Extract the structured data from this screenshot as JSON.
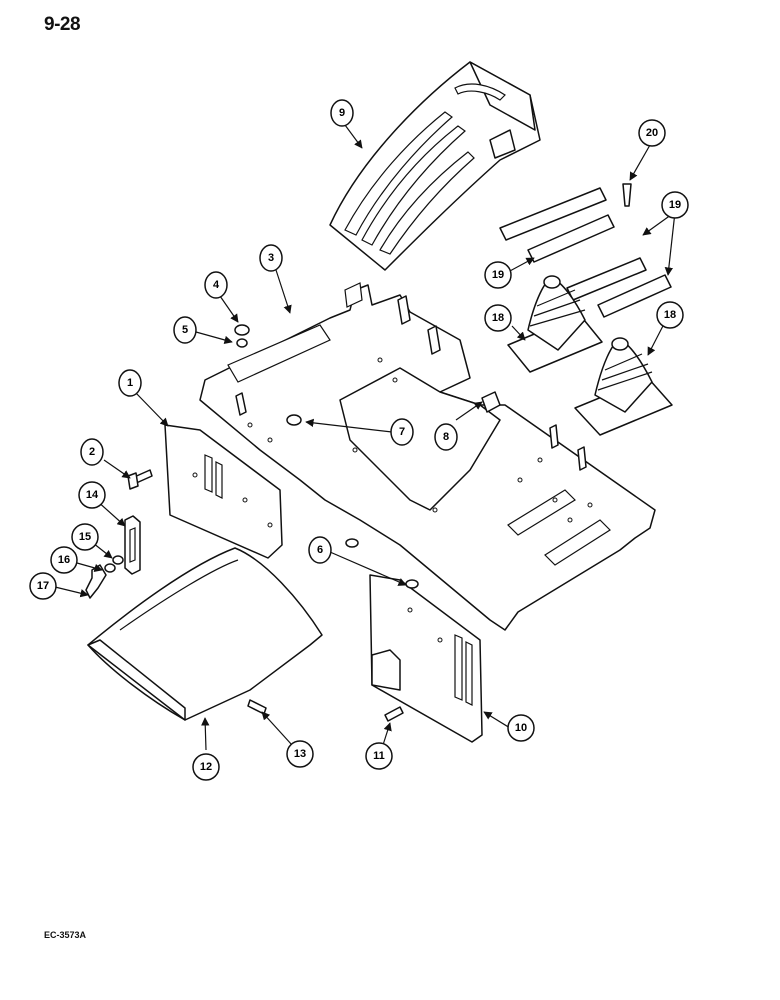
{
  "page": {
    "page_number": "9-28",
    "figure_code": "EC-3573A"
  },
  "callouts": [
    "1",
    "2",
    "3",
    "4",
    "5",
    "6",
    "7",
    "8",
    "9",
    "10",
    "11",
    "12",
    "13",
    "14",
    "15",
    "16",
    "17",
    "18",
    "18",
    "19",
    "19",
    "20"
  ]
}
